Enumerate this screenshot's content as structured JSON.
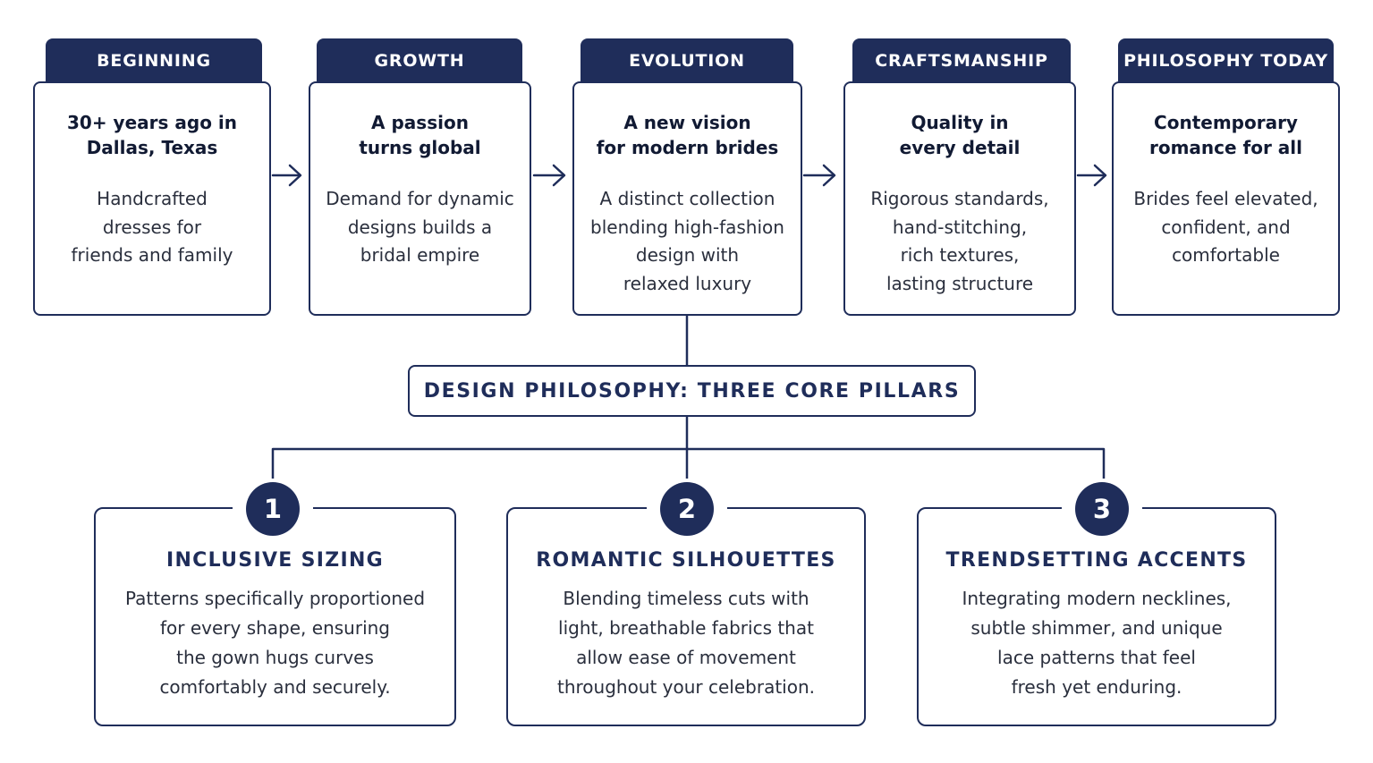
{
  "colors": {
    "navy": "#1f2d5a",
    "text": "#2a2f3d",
    "background": "#ffffff"
  },
  "icons": {
    "stage_connector": "right-arrow-icon"
  },
  "timeline": [
    {
      "tab": "BEGINNING",
      "heading": "30+ years ago in\nDallas, Texas",
      "body": "Handcrafted\ndresses for\nfriends and family"
    },
    {
      "tab": "GROWTH",
      "heading": "A passion\nturns global",
      "body": "Demand for dynamic\ndesigns builds a\nbridal empire"
    },
    {
      "tab": "EVOLUTION",
      "heading": "A new vision\nfor modern brides",
      "body": "A distinct collection\nblending high-fashion\ndesign with\nrelaxed luxury"
    },
    {
      "tab": "CRAFTSMANSHIP",
      "heading": "Quality in\nevery detail",
      "body": "Rigorous standards,\nhand-stitching,\nrich textures,\nlasting structure"
    },
    {
      "tab": "PHILOSOPHY TODAY",
      "heading": "Contemporary\nromance for all",
      "body": "Brides feel elevated,\nconfident, and\ncomfortable"
    }
  ],
  "philosophy": {
    "title": "DESIGN PHILOSOPHY: THREE CORE PILLARS"
  },
  "pillars": [
    {
      "number": "1",
      "title": "INCLUSIVE SIZING",
      "body": "Patterns specifically proportioned\nfor every shape, ensuring\nthe gown hugs curves\ncomfortably and securely."
    },
    {
      "number": "2",
      "title": "ROMANTIC SILHOUETTES",
      "body": "Blending timeless cuts with\nlight, breathable fabrics that\nallow ease of movement\nthroughout your celebration."
    },
    {
      "number": "3",
      "title": "TRENDSETTING ACCENTS",
      "body": "Integrating modern necklines,\nsubtle shimmer, and unique\nlace patterns that feel\nfresh yet enduring."
    }
  ]
}
